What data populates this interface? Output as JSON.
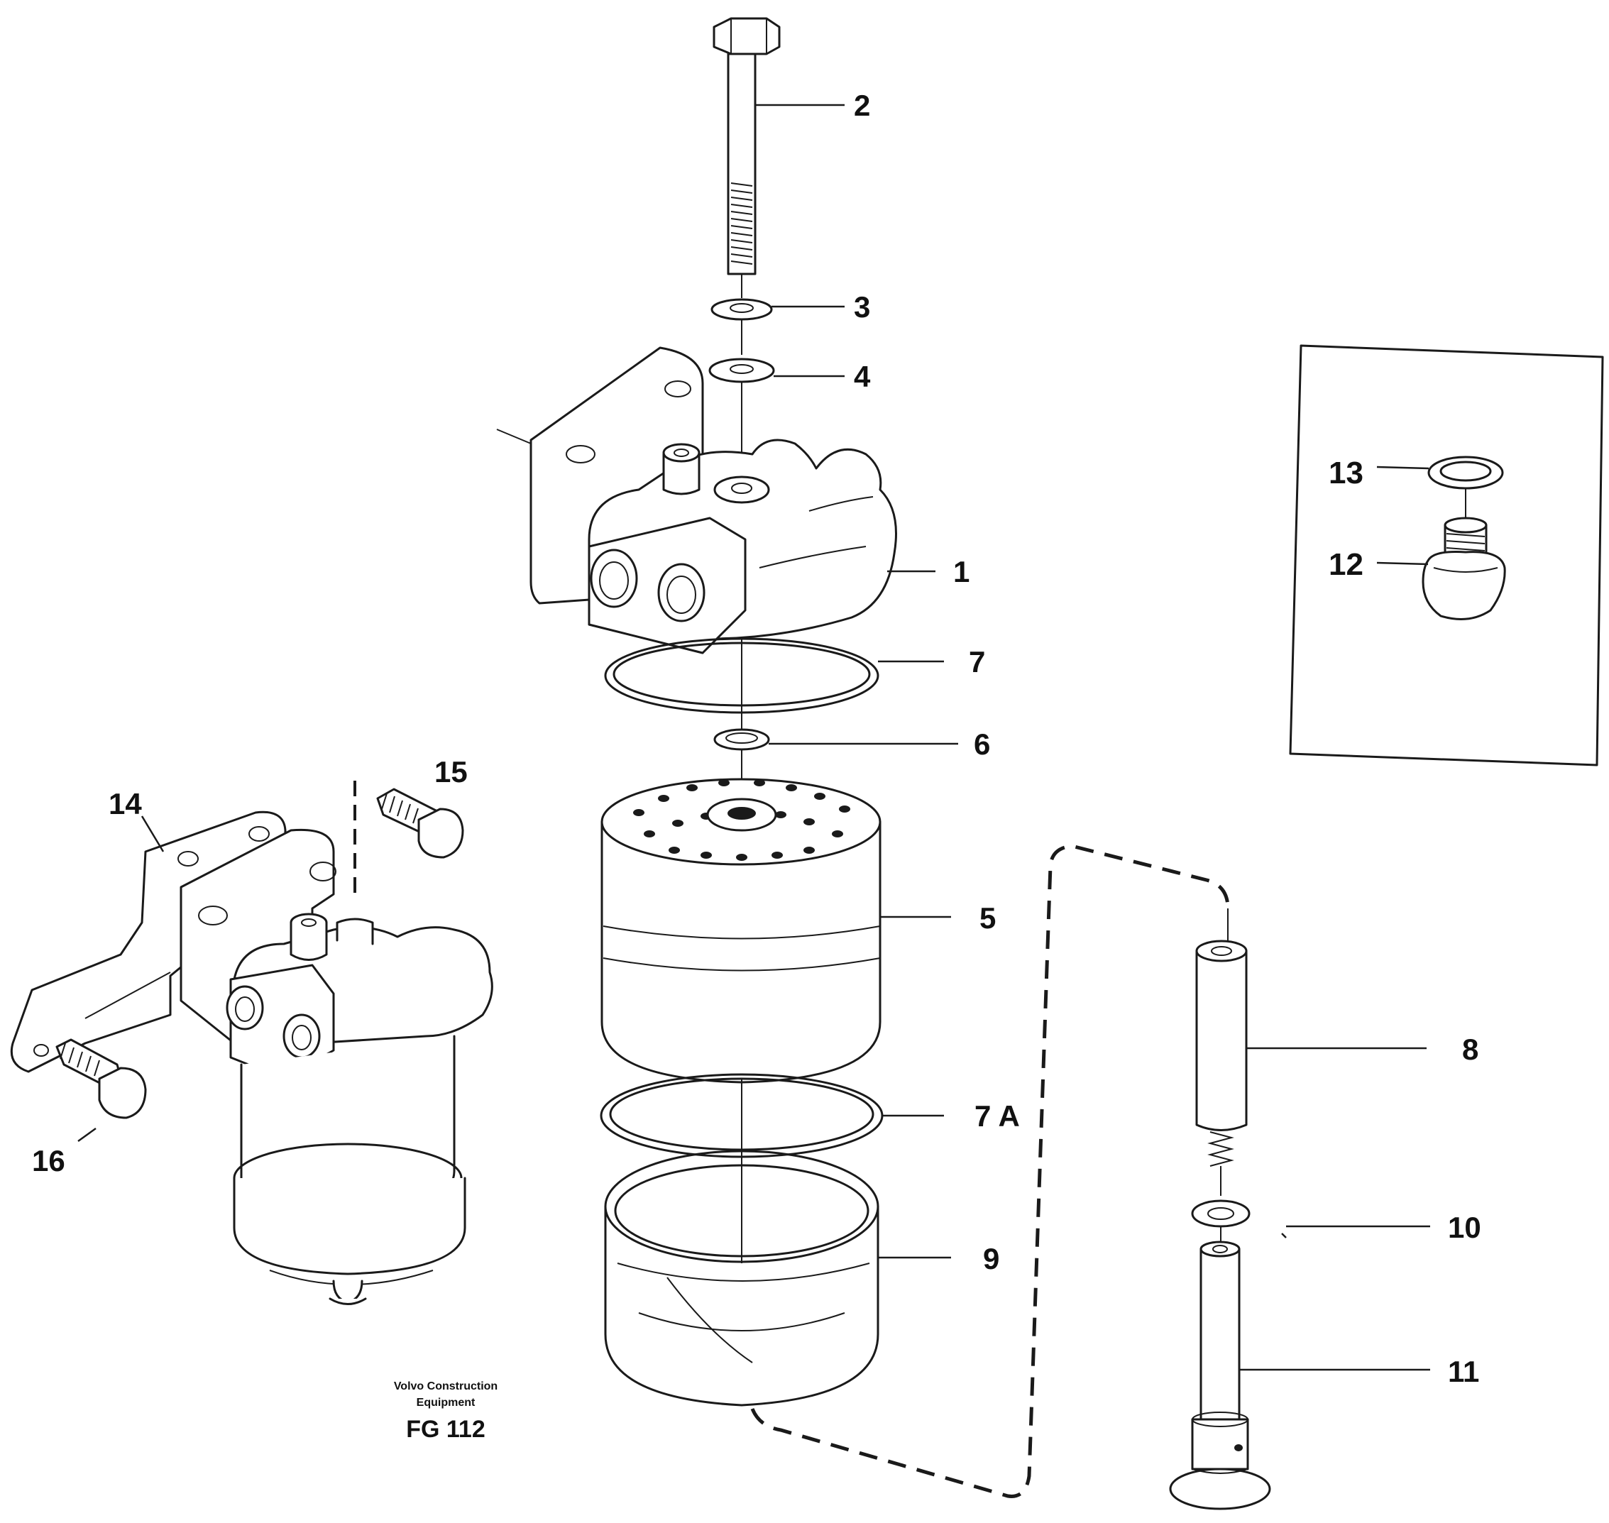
{
  "caption": {
    "company_line1": "Volvo Construction",
    "company_line2": "Equipment",
    "figure_code": "FG 112"
  },
  "part_numbers": {
    "p1": "1",
    "p2": "2",
    "p3": "3",
    "p4": "4",
    "p5": "5",
    "p6": "6",
    "p7": "7",
    "p7a": "7 A",
    "p8": "8",
    "p9": "9",
    "p10": "10",
    "p11": "11",
    "p12": "12",
    "p13": "13",
    "p14": "14",
    "p15": "15",
    "p16": "16"
  }
}
